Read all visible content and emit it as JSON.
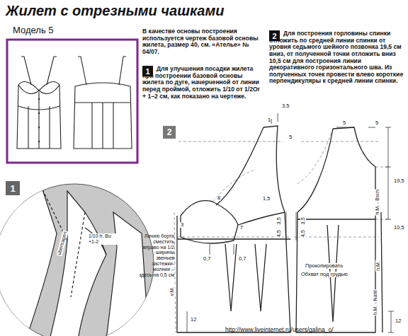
{
  "diagram": {
    "title": "Жилет с отрезными чашками",
    "nodes": [
      {
        "text": [
          "1"
        ]
      },
      {
        "text": [
          "2"
        ]
      },
      {
        "text": [
          "1"
        ]
      },
      {
        "text": [
          "2"
        ]
      }
    ],
    "labels": [
      "Модель 5",
      "В качестве основы построения используется чертеж базовой основы жилета, размер 40, см. «Ателье» № 04/07.",
      "Для улучшения посадки жилета при построении базовой основы жилета по дуге, начерченной от линии перед проймой, отложить 1/10 от 1/2Ог + 1–2 см, как показано на чертеже.",
      "Для построения горловины спинки отложить по средней линии спинки от уровня седьмого шейного позвонка 19,5 см вниз, от полученной точки отложить вниз 10,5 см для построения линии декоративного горизонтального шва. Из полученных точек провести влево короткие перпендикуляры к средней линии спинки.",
      "1/10 h. Bu +1-2",
      "übertragen",
      "3,5",
      "1",
      "5",
      "1,5",
      "8",
      "3",
      "7",
      "Линию борта сместить вправо на 1/2 ширины звеньев застежки-молнии – здесь на 0,5 см",
      "0,7",
      "0,7",
      "3,5",
      "4,5",
      "3,5",
      "4,5",
      "5",
      "5",
      "19,5",
      "10,5",
      "Прокопировать",
      "Обхват под грудью",
      "v.M.",
      "h.M. - Bsch",
      "h.M.",
      "h.M. - Naht",
      "12",
      "12",
      "http://www.liveinternet.ru/users/galina_o/"
    ]
  }
}
